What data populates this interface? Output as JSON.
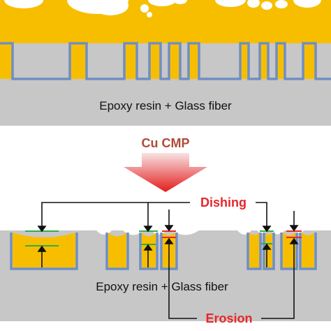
{
  "top_panel": {
    "substrate_label": "Epoxy resin + Glass fiber"
  },
  "process": {
    "label": "Cu CMP"
  },
  "bottom_panel": {
    "substrate_label": "Epoxy resin + Glass fiber",
    "dishing_label": "Dishing",
    "erosion_label": "Erosion"
  },
  "colors": {
    "copper": "#f7be00",
    "barrier": "#6f8fc3",
    "substrate": "#c7c7c7",
    "annotation_red": "#e8262a",
    "arrow_gradient_top": "#f8dede",
    "arrow_gradient_bottom": "#e61e1e",
    "dishing_marker": "#2fae4a"
  }
}
